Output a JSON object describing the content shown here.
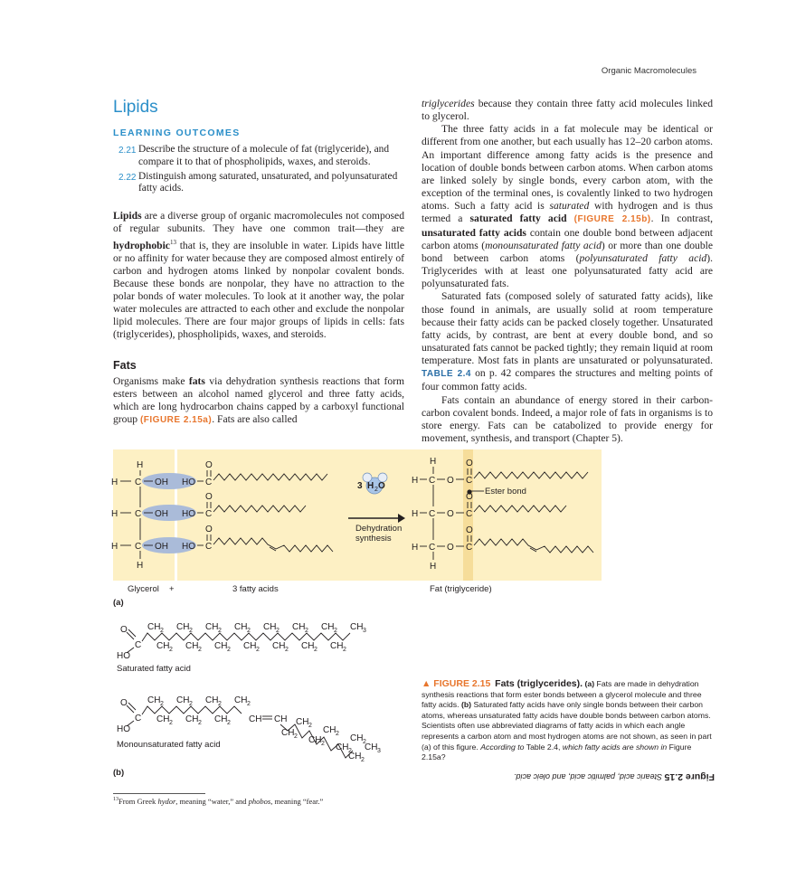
{
  "running_head": "Organic Macromolecules",
  "section": {
    "title": "Lipids",
    "outcomes_heading": "LEARNING OUTCOMES",
    "outcomes": [
      {
        "num": "2.21",
        "text": "Describe the structure of a molecule of fat (triglyceride), and compare it to that of phospholipids, waxes, and steroids."
      },
      {
        "num": "2.22",
        "text": "Distinguish among saturated, unsaturated, and polyunsaturated fatty acids."
      }
    ]
  },
  "left_body": {
    "intro_term": "Lipids",
    "intro_a": " are a diverse group of organic macromolecules not composed of regular subunits. They have one common trait—they are ",
    "intro_term2": "hydrophobic",
    "intro_sup": "13",
    "intro_b": " that is, they are insoluble in water. Lipids have little or no affinity for water because they are composed almost entirely of carbon and hydrogen atoms linked by nonpolar covalent bonds. Because these bonds are nonpolar, they have no attraction to the polar bonds of water molecules. To look at it another way, the polar water molecules are attracted to each other and exclude the nonpolar lipid molecules. There are four major groups of lipids in cells: fats (triglycerides), phospholipids, waxes, and steroids.",
    "fats_heading": "Fats",
    "fats_a": "Organisms make ",
    "fats_term": "fats",
    "fats_b": " via dehydration synthesis reactions that form esters between an alcohol named glycerol and three fatty acids, which are long hydrocarbon chains capped by a carboxyl functional group ",
    "fats_ref": "(FIGURE 2.15a)",
    "fats_c": ". Fats are also called"
  },
  "right_body": {
    "p1_italic": "triglycerides",
    "p1_rest": " because they contain three fatty acid molecules linked to glycerol.",
    "p2_a": "The three fatty acids in a fat molecule may be identical or different from one another, but each usually has 12–20 carbon atoms. An important difference among fatty acids is the presence and location of double bonds between carbon atoms. When carbon atoms are linked solely by single bonds, every carbon atom, with the exception of the terminal ones, is covalently linked to two hydrogen atoms. Such a fatty acid is ",
    "p2_italic": "saturated",
    "p2_b": " with hydrogen and is thus termed a ",
    "p2_term": "saturated fatty acid",
    "p2_ref": "(FIGURE 2.15b)",
    "p2_c": ". In contrast, ",
    "p2_term2": "unsaturated fatty acids",
    "p2_d": " contain one double bond between adjacent carbon atoms (",
    "p2_italic2": "monounsaturated fatty acid",
    "p2_e": ") or more than one double bond between carbon atoms (",
    "p2_italic3": "polyunsaturated fatty acid",
    "p2_f": "). Triglycerides with at least one polyunsaturated fatty acid are polyunsaturated fats.",
    "p3_a": "Saturated fats (composed solely of saturated fatty acids), like those found in animals, are usually solid at room temperature because their fatty acids can be packed closely together. Unsaturated fatty acids, by contrast, are bent at every double bond, and so unsaturated fats cannot be packed tightly; they remain liquid at room temperature. Most fats in plants are unsaturated or polyunsaturated. ",
    "p3_ref": "TABLE 2.4",
    "p3_b": " on p. 42 compares the structures and melting points of four common fatty acids.",
    "p4": "Fats contain an abundance of energy stored in their carbon-carbon covalent bonds. Indeed, a major role of fats in organisms is to store energy. Fats can be catabolized to provide energy for movement, synthesis, and transport (Chapter 5)."
  },
  "figure": {
    "glycerol_label": "Glycerol",
    "plus": "+",
    "fatty_acids_label": "3 fatty acids",
    "fat_label": "Fat (triglyceride)",
    "water": "3 H2O",
    "water_num": "3",
    "water_h": "H",
    "water_sub": "2",
    "water_o": "O",
    "reaction_line1": "Dehydration",
    "reaction_line2": "synthesis",
    "ester_bond": "Ester bond",
    "part_a": "(a)",
    "part_b": "(b)",
    "saturated_label": "Saturated fatty acid",
    "mono_label": "Monounsaturated fatty acid",
    "atoms": {
      "H": "H",
      "C": "C",
      "O": "O",
      "OH": "OH",
      "HO": "HO",
      "CH": "CH",
      "CH3": "CH",
      "sub3": "3",
      "CH2": "CH",
      "sub2": "2"
    }
  },
  "caption": {
    "label": "▲ FIGURE 2.15",
    "title": "Fats (triglycerides).",
    "a_label": "(a)",
    "a_text": " Fats are made in dehydration synthesis reactions that form ester bonds between a glycerol molecule and three fatty acids. ",
    "b_label": "(b)",
    "b_text": " Saturated fatty acids have only single bonds between their carbon atoms, whereas unsaturated fatty acids have double bonds between carbon atoms. Scientists often use abbreviated diagrams of fatty acids in which each angle represents a carbon atom and most hydrogen atoms are not shown, as seen in part (a) of this figure. ",
    "q_a": "According to",
    "q_b": " Table 2.4, ",
    "q_c": "which fatty acids are shown in",
    "q_d": " Figure 2.15a?"
  },
  "answer": {
    "label": "Figure 2.15",
    "text": " Stearic acid, palmitic acid, and oleic acid."
  },
  "footnote": {
    "num": "13",
    "a": "From Greek ",
    "w1": "hydor",
    "b": ", meaning “water,” and ",
    "w2": "phobos",
    "c": ", meaning “fear.”"
  },
  "colors": {
    "accent_blue": "#2b8fc9",
    "accent_orange": "#e8762d",
    "figure_bg": "#fdf0c4",
    "oh_blob": "#aabbd9"
  }
}
